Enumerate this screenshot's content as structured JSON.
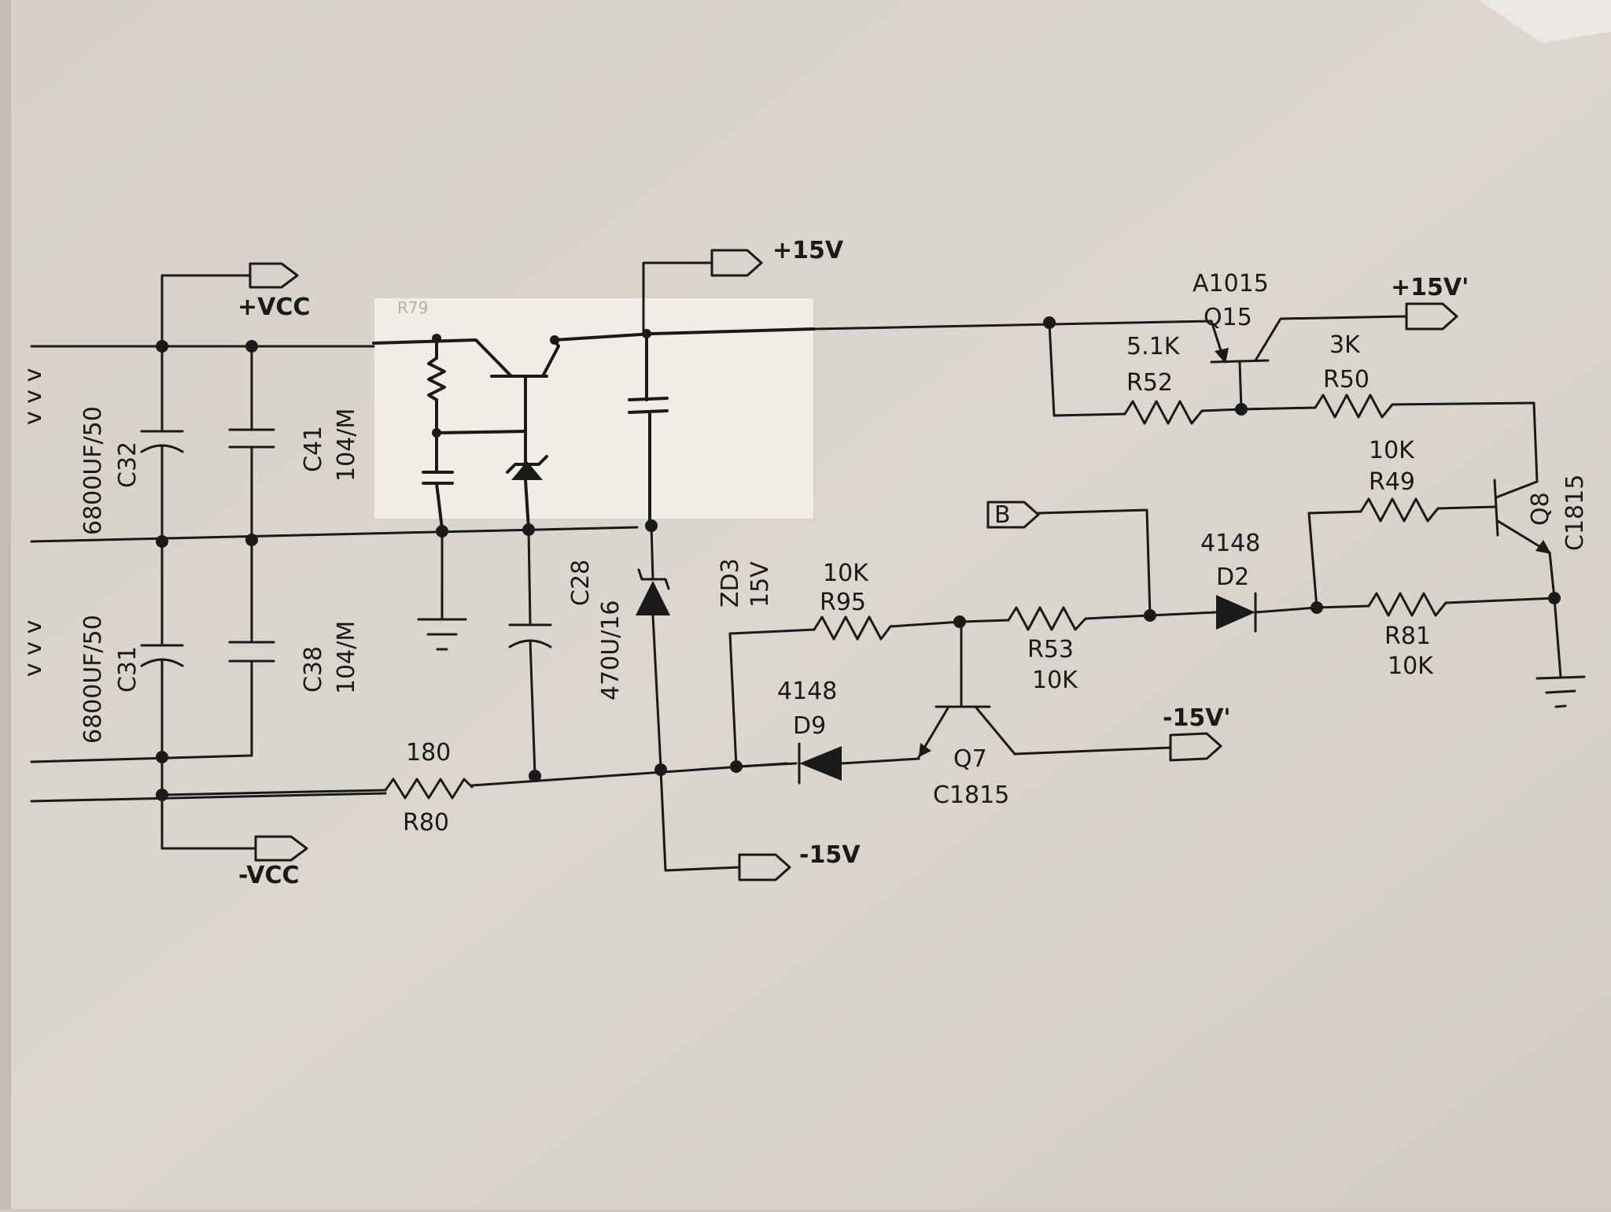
{
  "labels": {
    "plus_vcc": "+VCC",
    "minus_vcc": "-VCC",
    "plus_15v": "+15V",
    "minus_15v": "-15V",
    "plus_15v_prime": "+15V'",
    "minus_15v_prime": "-15V'",
    "b_port": "B",
    "c32_value": "6800UF/50",
    "c32_ref": "C32",
    "c31_value": "6800UF/50",
    "c31_ref": "C31",
    "c41_ref": "C41",
    "c41_value": "104/M",
    "c38_ref": "C38",
    "c38_value": "104/M",
    "c28_ref": "C28",
    "c28_value": "470U/16",
    "zd3_ref": "ZD3",
    "zd3_value": "15V",
    "r80_value": "180",
    "r80_ref": "R80",
    "r95_value": "10K",
    "r95_ref": "R95",
    "r53_ref": "R53",
    "r53_value": "10K",
    "d9_value": "4148",
    "d9_ref": "D9",
    "q7_ref": "Q7",
    "q7_type": "C1815",
    "d2_value": "4148",
    "d2_ref": "D2",
    "r52_value": "5.1K",
    "r52_ref": "R52",
    "q15_type": "A1015",
    "q15_ref": "Q15",
    "r50_value": "3K",
    "r50_ref": "R50",
    "r49_value": "10K",
    "r49_ref": "R49",
    "r81_ref": "R81",
    "r81_value": "10K",
    "q8_ref": "Q8",
    "q8_type": "C1815",
    "r79_partial": "R79",
    "ac_marks_top": "v v v",
    "ac_marks_bottom": "v v v"
  },
  "colors": {
    "paper": "#dcd6cd",
    "patch": "#f1ede6",
    "ink": "#1a1a1a"
  }
}
